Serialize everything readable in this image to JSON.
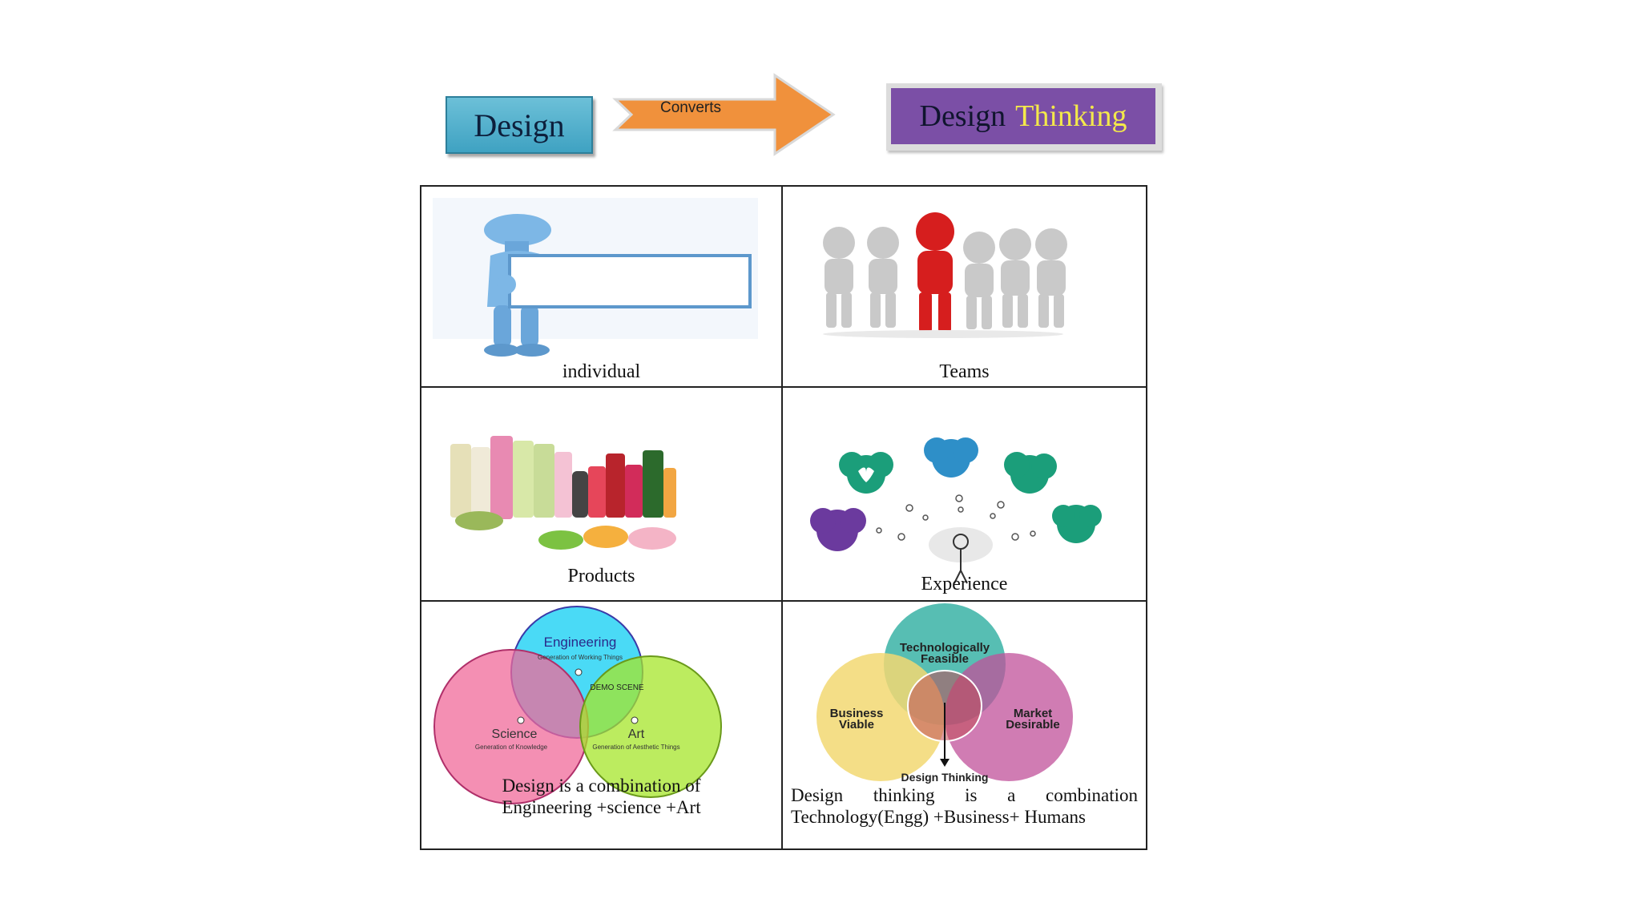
{
  "header": {
    "source_label": "Design",
    "arrow_label": "Converts",
    "target_label_part1": "Design",
    "target_label_part2": "Thinking"
  },
  "cells": {
    "individual": "individual",
    "teams": "Teams",
    "products": "Products",
    "experience": "Experience",
    "design_caption_line1": "Design is a combination of",
    "design_caption_line2": "Engineering +science +Art",
    "dt_caption_line1_words": [
      "Design",
      "thinking",
      "is",
      "a",
      "combination"
    ],
    "dt_caption_line2": "Technology(Engg) +Business+ Humans"
  },
  "venn_design": {
    "top": "Engineering",
    "top_sub": "Generation of Working Things",
    "left": "Science",
    "left_sub": "Generation of Knowledge",
    "right": "Art",
    "right_sub": "Generation of Aesthetic Things",
    "center": "DEMO SCENE"
  },
  "venn_dt": {
    "top_line1": "Technologically",
    "top_line2": "Feasible",
    "left_line1": "Business",
    "left_line2": "Viable",
    "right_line1": "Market",
    "right_line2": "Desirable",
    "bottom": "Design Thinking"
  },
  "colors": {
    "design_box": "#3fa2c2",
    "arrow": "#f0913c",
    "dt_box": "#7b4fa6",
    "dt_highlight": "#f4e94a"
  }
}
